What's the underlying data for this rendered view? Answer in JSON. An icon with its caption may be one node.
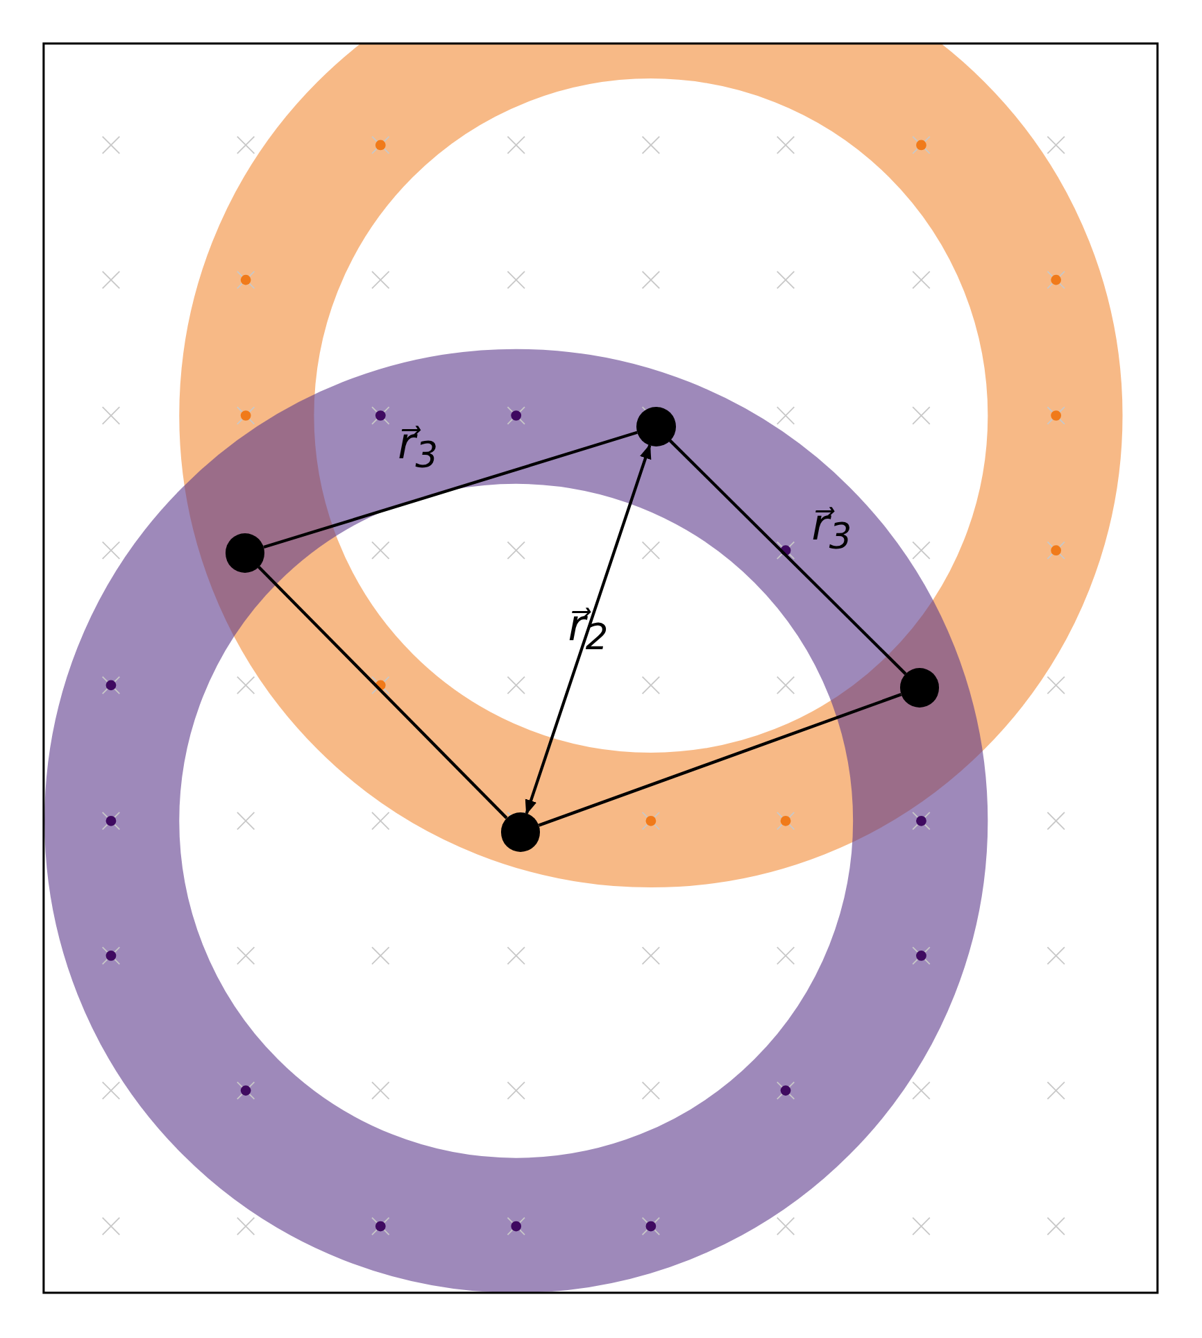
{
  "diagram": {
    "nodes": [
      {
        "text": [],
        "shape": "circle"
      },
      {
        "text": [],
        "shape": "circle"
      },
      {
        "text": [],
        "shape": "circle"
      },
      {
        "text": [],
        "shape": "circle"
      }
    ],
    "edges": [
      {
        "from": 1,
        "to": 0,
        "arrow": "none",
        "label": "r⃗$_{3}$"
      },
      {
        "from": 0,
        "to": 2,
        "arrow": "none",
        "label": "r⃗$_{3}$"
      },
      {
        "from": 1,
        "to": 3,
        "arrow": "none"
      },
      {
        "from": 3,
        "to": 2,
        "arrow": "none"
      },
      {
        "from": 0,
        "to": 3,
        "arrow": "both",
        "label": "r⃗$_{2}$"
      }
    ]
  }
}
